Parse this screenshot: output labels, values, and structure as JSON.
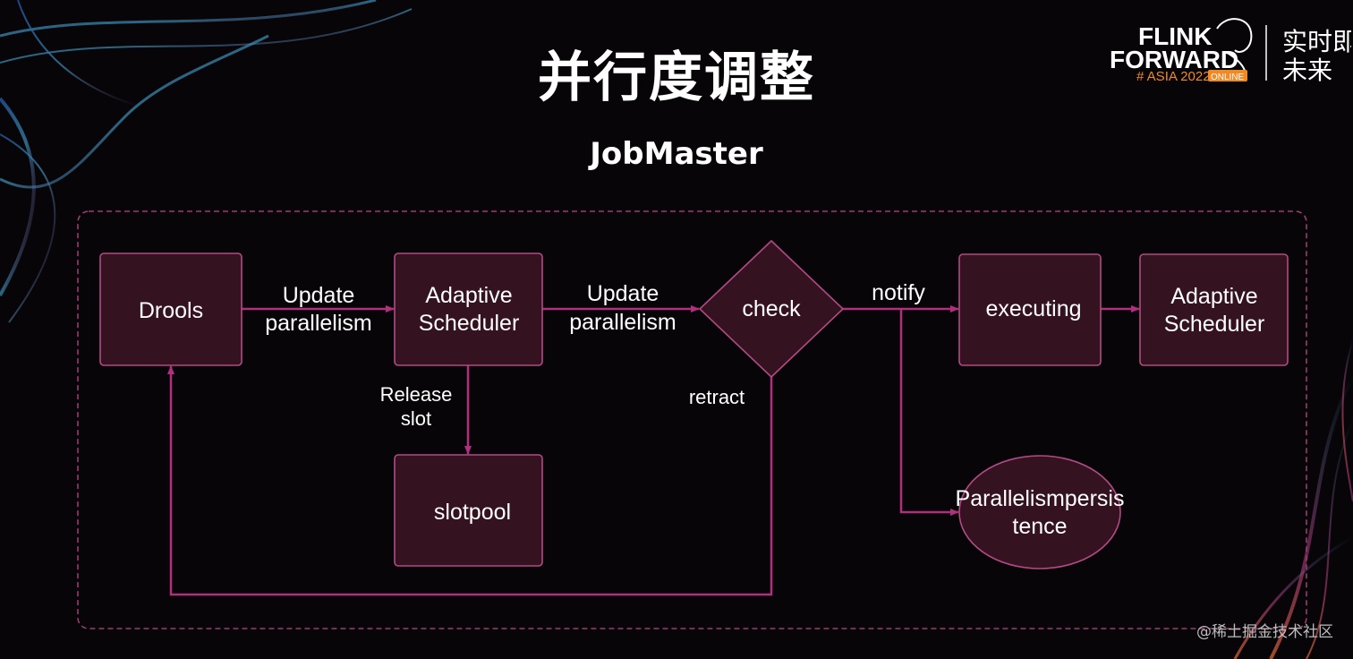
{
  "slide": {
    "title": "并行度调整",
    "subtitle": "JobMaster"
  },
  "logo": {
    "line1": "FLINK",
    "line2": "FORWARD",
    "line3": "# ASIA 2022",
    "badge": "ONLINE",
    "cn_line1": "实时即",
    "cn_line2": "未来"
  },
  "nodes": {
    "drools": "Drools",
    "adaptive_scheduler_1": [
      "Adaptive",
      "Scheduler"
    ],
    "check": "check",
    "executing": "executing",
    "adaptive_scheduler_2": [
      "Adaptive",
      "Scheduler"
    ],
    "slotpool": "slotpool",
    "persistence": [
      "Parallelismpersis",
      "tence"
    ]
  },
  "edges": {
    "update_parallelism_1": [
      "Update",
      "parallelism"
    ],
    "update_parallelism_2": [
      "Update",
      "parallelism"
    ],
    "notify": "notify",
    "release_slot": [
      "Release",
      "slot"
    ],
    "retract": "retract"
  },
  "watermark": "@稀土掘金技术社区",
  "colors": {
    "background": "#070507",
    "node_fill": "#35121f",
    "node_stroke": "#b24a85",
    "edge": "#b0307e",
    "dashed_border": "#9a3c72",
    "logo_accent": "#f08a26"
  }
}
